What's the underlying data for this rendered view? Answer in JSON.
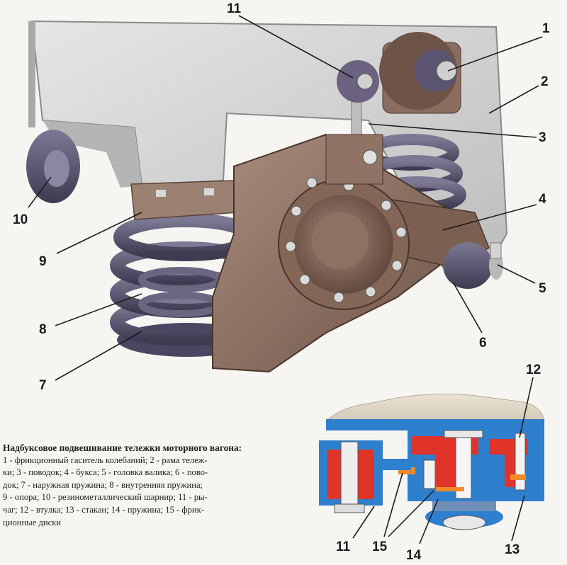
{
  "figure": {
    "callouts": {
      "n1": "1",
      "n2": "2",
      "n3": "3",
      "n4": "4",
      "n5": "5",
      "n6": "6",
      "n7": "7",
      "n8": "8",
      "n9": "9",
      "n10": "10",
      "n11": "11",
      "d12": "12",
      "d11": "11",
      "d15": "15",
      "d14": "14",
      "d13": "13"
    },
    "caption": {
      "title": "Надбуксовое подвешивание тележки моторного вагона:",
      "lines": [
        "1 - фрикционный гаситель колебаний; 2 - рама тележ-",
        "ки; 3 - поводок; 4 - букса; 5 - головка валика; 6 - пово-",
        "док; 7 - наружная пружина; 8 - внутренняя пружина;",
        "9 - опора; 10 - резинометаллический шарнир; 11 - ры-",
        "чаг; 12 - втулка; 13 - стакан; 14 - пружина; 15 - фрик-",
        "ционные диски"
      ]
    },
    "colors": {
      "frame": "#d3d3d3",
      "axlebox": "#8e7466",
      "spring": "#5c5770",
      "section_blue": "#2f7fcf",
      "section_red": "#e0342a",
      "section_orange": "#f08a2a"
    }
  }
}
